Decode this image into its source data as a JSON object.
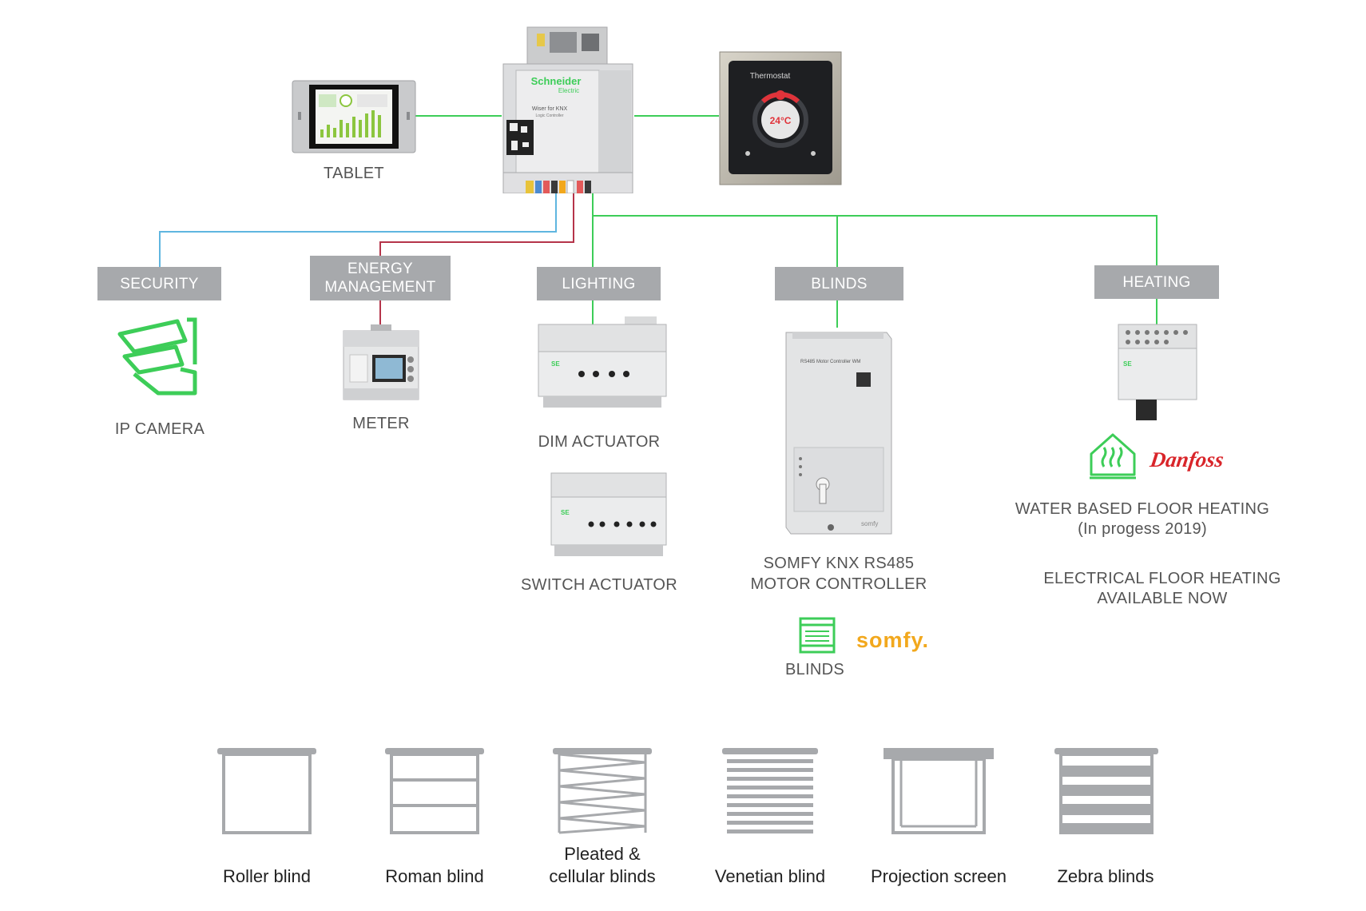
{
  "devices": {
    "tablet_label": "TABLET",
    "controller_brand": "Schneider",
    "controller_brand_sub": "Electric",
    "controller_model": "Wiser for KNX",
    "controller_model_sub": "Logic Controller",
    "thermostat_title": "Thermostat",
    "thermostat_temp": "24°C"
  },
  "categories": {
    "security": "SECURITY",
    "energy_line1": "ENERGY",
    "energy_line2": "MANAGEMENT",
    "lighting": "LIGHTING",
    "blinds": "BLINDS",
    "heating": "HEATING"
  },
  "security": {
    "camera_label": "IP CAMERA"
  },
  "energy": {
    "meter_label": "METER"
  },
  "lighting": {
    "dim_label": "DIM ACTUATOR",
    "switch_label": "SWITCH ACTUATOR"
  },
  "blinds": {
    "controller_line1": "SOMFY KNX RS485",
    "controller_line2": "MOTOR CONTROLLER",
    "brand": "somfy.",
    "icon_label": "BLINDS",
    "device_model": "RS485 Motor Controller WM",
    "device_brand": "somfy"
  },
  "heating": {
    "water_line1": "WATER BASED FLOOR HEATING",
    "water_line2": "(In progess 2019)",
    "elec_line1": "ELECTRICAL FLOOR HEATING",
    "elec_line2": "AVAILABLE NOW",
    "brand": "Danfoss"
  },
  "blind_types": {
    "roller": "Roller blind",
    "roman": "Roman blind",
    "pleated_line1": "Pleated &",
    "pleated_line2": "cellular blinds",
    "venetian": "Venetian blind",
    "projection": "Projection screen",
    "zebra": "Zebra blinds"
  },
  "colors": {
    "knx_green": "#3dcd58",
    "security_blue": "#5fb6e0",
    "energy_red": "#b5344a",
    "category_gray": "#a7a9ac",
    "somfy_orange": "#f2a81d",
    "danfoss_red": "#d9252a"
  }
}
